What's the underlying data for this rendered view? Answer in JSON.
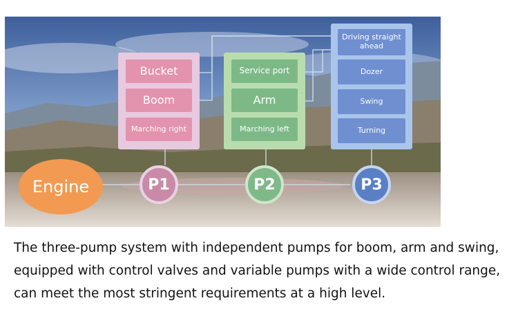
{
  "diagram": {
    "engine_label": "Engine",
    "pumps": [
      {
        "id": "p1",
        "label": "P1",
        "color": "#c98aa8"
      },
      {
        "id": "p2",
        "label": "P2",
        "color": "#7fb98a"
      },
      {
        "id": "p3",
        "label": "P3",
        "color": "#5b7fc4"
      }
    ],
    "groups": {
      "p1": {
        "items": [
          "Bucket",
          "Boom",
          "Marching right"
        ],
        "panel_color": "#e7c9e0",
        "box_color": "#e393ad"
      },
      "p2": {
        "items": [
          "Service port",
          "Arm",
          "Marching left"
        ],
        "panel_color": "#b9dcae",
        "box_color": "#7db987"
      },
      "p3": {
        "items": [
          "Driving straight ahead",
          "Dozer",
          "Swing",
          "Turning"
        ],
        "panel_color": "#a9c5ec",
        "box_color": "#6f8fd0"
      }
    },
    "engine_color": "#f29a52"
  },
  "caption": "The three-pump system with independent pumps for boom, arm and swing, equipped with control valves and variable pumps with a wide control range, can meet the most stringent requirements at a high level."
}
